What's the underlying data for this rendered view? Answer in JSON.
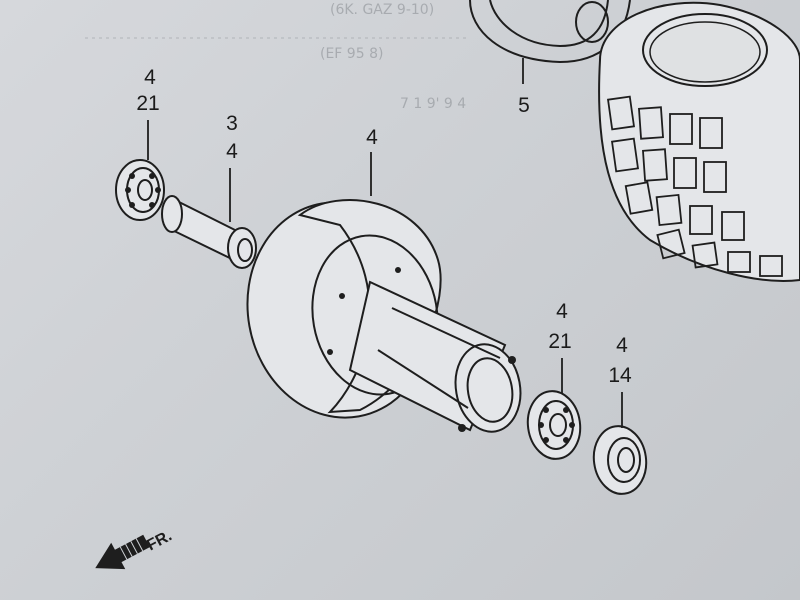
{
  "callouts": {
    "bearing_left": {
      "top": "4",
      "bottom": "21"
    },
    "spacer": {
      "top": "3",
      "bottom": "4"
    },
    "hub": {
      "top": "4"
    },
    "tire": {
      "top": "5"
    },
    "bearing_right": {
      "top": "4",
      "bottom": "21"
    },
    "seal": {
      "top": "4",
      "bottom": "14"
    }
  },
  "direction_label": "FR.",
  "bleed_through": {
    "line1": "(6K. GAZ 9-10)",
    "line2": "(EF 95 8)",
    "line3": "7 1 9' 9 4"
  },
  "colors": {
    "paper": "#d0d3d7",
    "ink": "#1e1e1e"
  }
}
